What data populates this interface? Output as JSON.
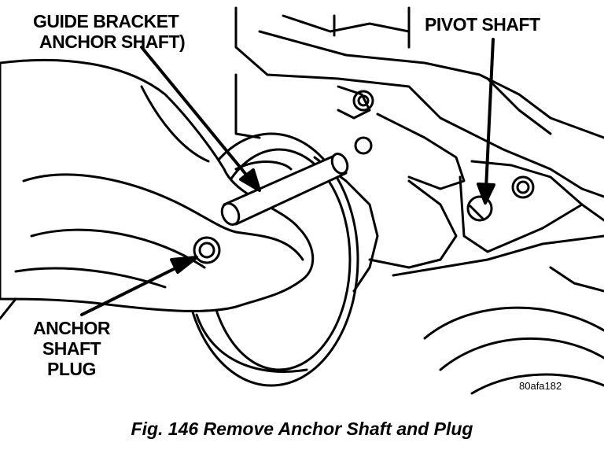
{
  "labels": {
    "guide_bracket_line1": "GUIDE BRACKET",
    "guide_bracket_line2": "ANCHOR SHAFT)",
    "pivot_shaft": "PIVOT SHAFT",
    "anchor_plug_line1": "ANCHOR",
    "anchor_plug_line2": "SHAFT",
    "anchor_plug_line3": "PLUG"
  },
  "figure_code": "80afa182",
  "caption": "Fig. 146 Remove Anchor Shaft and Plug",
  "colors": {
    "ink": "#000000",
    "paper": "#ffffff"
  }
}
